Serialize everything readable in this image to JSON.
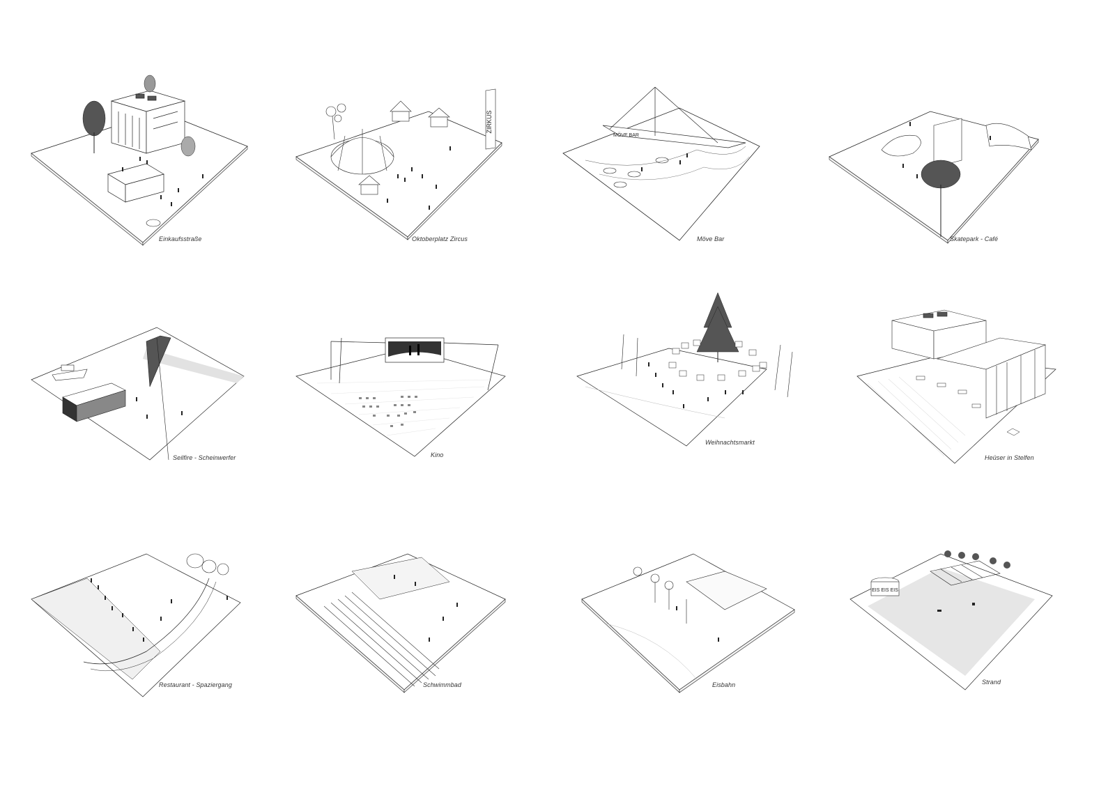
{
  "sheet": {
    "background": "#ffffff",
    "line_color": "#222222",
    "panels": [
      {
        "id": "einkaufsstrasse",
        "label": "Einkaufsstraße",
        "elements": [
          "building",
          "tree",
          "people",
          "tables"
        ]
      },
      {
        "id": "oktoberplatz-zircus",
        "label": "Oktoberplatz Zircus",
        "elements": [
          "circus-tent",
          "tents",
          "banner",
          "balloons",
          "people"
        ],
        "banner_text": "ZIRKUS"
      },
      {
        "id": "moewe-bar",
        "label": "Möve Bar",
        "elements": [
          "sailing-boat",
          "tables",
          "water"
        ],
        "boat_text": "MÖVE BAR"
      },
      {
        "id": "skatepark-cafe",
        "label": "Skatepark - Café",
        "elements": [
          "skate-bowl",
          "ramp",
          "tree",
          "tables",
          "people"
        ]
      },
      {
        "id": "seilfire-scheinwerfer",
        "label": "Seilfire - Scheinwerfer",
        "elements": [
          "boat",
          "tower",
          "cable",
          "building"
        ]
      },
      {
        "id": "kino",
        "label": "Kino",
        "elements": [
          "screen",
          "masts",
          "chairs"
        ]
      },
      {
        "id": "weihnachtsmarkt",
        "label": "Weihnachtsmarkt",
        "elements": [
          "christmas-tree",
          "stalls",
          "masts",
          "people"
        ]
      },
      {
        "id": "haeuser-in-stelfen",
        "label": "Heüser in Stelfen",
        "elements": [
          "building",
          "terrace",
          "tables",
          "stripes"
        ]
      },
      {
        "id": "restaurant-spaziergang",
        "label": "Restaurant - Spaziergang",
        "elements": [
          "path",
          "trees",
          "people",
          "slope"
        ]
      },
      {
        "id": "schwimmbad",
        "label": "Schwimmbad",
        "elements": [
          "pool",
          "reeds",
          "people"
        ]
      },
      {
        "id": "eisbahn",
        "label": "Eisbahn",
        "elements": [
          "rink",
          "trees",
          "people"
        ]
      },
      {
        "id": "strand",
        "label": "Strand",
        "elements": [
          "kiosk",
          "palms",
          "pergola",
          "sand"
        ],
        "kiosk_text": "EIS EIS EIS"
      }
    ]
  }
}
